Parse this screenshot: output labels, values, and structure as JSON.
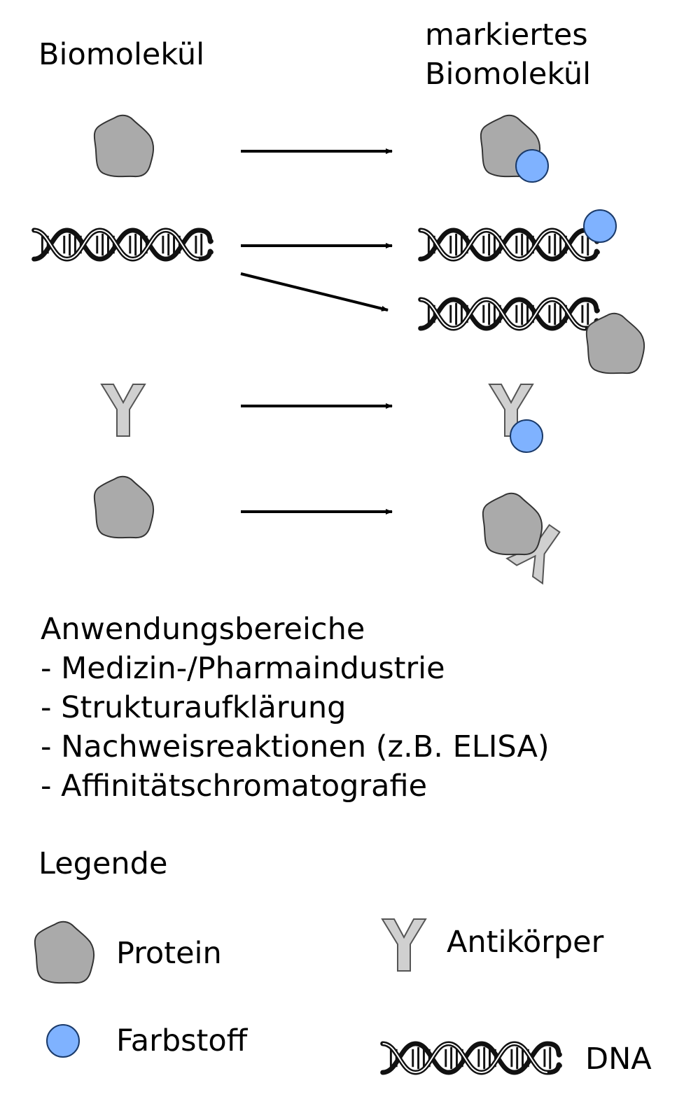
{
  "headings": {
    "left": "Biomolekül",
    "right_line1": "markiertes",
    "right_line2": "Biomolekül"
  },
  "applications": {
    "title": "Anwendungsbereiche",
    "items": [
      "- Medizin-/Pharmaindustrie",
      "- Strukturaufklärung",
      "- Nachweisreaktionen (z.B. ELISA)",
      "- Affinitätschromatografie"
    ]
  },
  "legend": {
    "title": "Legende",
    "protein": "Protein",
    "antibody": "Antikörper",
    "dye": "Farbstoff",
    "dna": "DNA"
  },
  "colors": {
    "protein": "#aaaaaa",
    "dye": "#7fb2ff",
    "antibody": "#d0d0d0",
    "arrow": "#000000"
  }
}
